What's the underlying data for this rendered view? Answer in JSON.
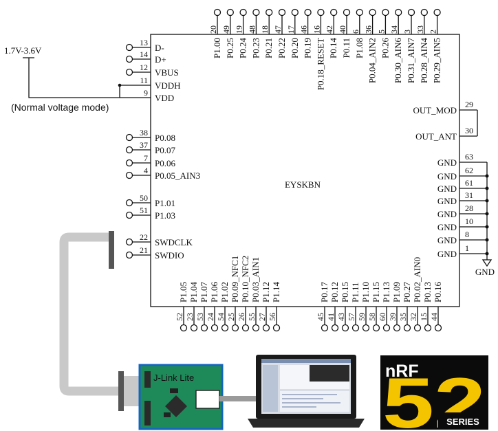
{
  "supply": {
    "range": "1.7V-3.6V",
    "mode_note": "(Normal voltage mode)"
  },
  "chip": {
    "name": "EYSKBN"
  },
  "left_pins": [
    {
      "num": "13",
      "label": "D-"
    },
    {
      "num": "14",
      "label": "D+"
    },
    {
      "num": "12",
      "label": "VBUS"
    },
    {
      "num": "11",
      "label": "VDDH"
    },
    {
      "num": "9",
      "label": "VDD"
    },
    {
      "num": "38",
      "label": "P0.08"
    },
    {
      "num": "37",
      "label": "P0.07"
    },
    {
      "num": "7",
      "label": "P0.06"
    },
    {
      "num": "4",
      "label": "P0.05_AIN3"
    },
    {
      "num": "50",
      "label": "P1.01"
    },
    {
      "num": "51",
      "label": "P1.03"
    },
    {
      "num": "22",
      "label": "SWDCLK"
    },
    {
      "num": "21",
      "label": "SWDIO"
    }
  ],
  "top_pins": [
    {
      "num": "20",
      "label": "P1.00"
    },
    {
      "num": "49",
      "label": "P0.25"
    },
    {
      "num": "19",
      "label": "P0.24"
    },
    {
      "num": "48",
      "label": "P0.23"
    },
    {
      "num": "18",
      "label": "P0.21"
    },
    {
      "num": "47",
      "label": "P0.22"
    },
    {
      "num": "17",
      "label": "P0.20"
    },
    {
      "num": "46",
      "label": "P0.19"
    },
    {
      "num": "16",
      "label": "P0.18_RESET"
    },
    {
      "num": "42",
      "label": "P0.14"
    },
    {
      "num": "40",
      "label": "P0.11"
    },
    {
      "num": "6",
      "label": "P1.08"
    },
    {
      "num": "36",
      "label": "P0.04_AIN2"
    },
    {
      "num": "5",
      "label": "P0.26"
    },
    {
      "num": "34",
      "label": "P0.30_AIN6"
    },
    {
      "num": "3",
      "label": "P0.31_AIN7"
    },
    {
      "num": "33",
      "label": "P0.28_AIN4"
    },
    {
      "num": "2",
      "label": "P0.29_AIN5"
    }
  ],
  "bottom_pins": [
    {
      "num": "52",
      "label": "P1.05"
    },
    {
      "num": "23",
      "label": "P1.04"
    },
    {
      "num": "53",
      "label": "P1.07"
    },
    {
      "num": "24",
      "label": "P1.06"
    },
    {
      "num": "54",
      "label": "P1.02"
    },
    {
      "num": "25",
      "label": "P0.09_NFC1"
    },
    {
      "num": "26",
      "label": "P0.10_NFC2"
    },
    {
      "num": "55",
      "label": "P0.03_AIN1"
    },
    {
      "num": "27",
      "label": "P1.12"
    },
    {
      "num": "56",
      "label": "P1.14"
    },
    {
      "num": "45",
      "label": "P0.17"
    },
    {
      "num": "41",
      "label": "P0.12"
    },
    {
      "num": "43",
      "label": "P0.15"
    },
    {
      "num": "57",
      "label": "P1.11"
    },
    {
      "num": "59",
      "label": "P1.10"
    },
    {
      "num": "58",
      "label": "P1.15"
    },
    {
      "num": "60",
      "label": "P1.13"
    },
    {
      "num": "39",
      "label": "P1.09"
    },
    {
      "num": "35",
      "label": "P0.27"
    },
    {
      "num": "32",
      "label": "P0.02_AIN0"
    },
    {
      "num": "15",
      "label": "P0.13"
    },
    {
      "num": "44",
      "label": "P0.16"
    }
  ],
  "right_out": [
    {
      "num": "29",
      "label": "OUT_MOD"
    },
    {
      "num": "30",
      "label": "OUT_ANT"
    }
  ],
  "right_gnd": [
    {
      "num": "63",
      "label": "GND"
    },
    {
      "num": "62",
      "label": "GND"
    },
    {
      "num": "61",
      "label": "GND"
    },
    {
      "num": "31",
      "label": "GND"
    },
    {
      "num": "28",
      "label": "GND"
    },
    {
      "num": "10",
      "label": "GND"
    },
    {
      "num": "8",
      "label": "GND"
    },
    {
      "num": "1",
      "label": "GND"
    }
  ],
  "gnd_symbol_label": "GND",
  "debugger": {
    "label": "J-Link Lite"
  },
  "logo": {
    "brand": "nRF",
    "number": "52",
    "series": "SERIES"
  },
  "colors": {
    "board": "#1e8a5a",
    "board_border": "#1565c0",
    "cable": "#c8c8c8",
    "logo_yellow": "#f5c400"
  }
}
